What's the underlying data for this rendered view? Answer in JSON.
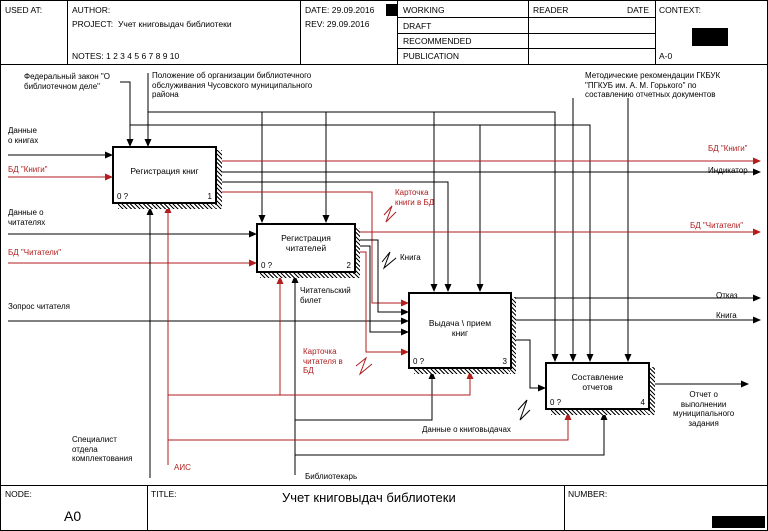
{
  "header": {
    "used_at": "USED AT:",
    "author": "AUTHOR:",
    "project_label": "PROJECT:",
    "project_value": "Учет книговыдач библиотеки",
    "notes": "NOTES:  1  2  3  4  5  6  7  8  9  10",
    "date": "DATE:  29.09.2016",
    "rev": "REV:   29.09.2016",
    "status": [
      "WORKING",
      "DRAFT",
      "RECOMMENDED",
      "PUBLICATION"
    ],
    "reader": "READER",
    "reader_date": "DATE",
    "context": "CONTEXT:",
    "context_node": "A-0"
  },
  "footer": {
    "node_label": "NODE:",
    "node_value": "A0",
    "title_label": "TITLE:",
    "title_value": "Учет книговыдач библиотеки",
    "number_label": "NUMBER:"
  },
  "boxes": [
    {
      "label": "Регистрация книг",
      "cost": "0 ?",
      "num": "1"
    },
    {
      "label": "Регистрация\nчитателей",
      "cost": "0 ?",
      "num": "2"
    },
    {
      "label": "Выдача \\ прием\nкниг",
      "cost": "0 ?",
      "num": "3"
    },
    {
      "label": "Составление\nотчетов",
      "cost": "0 ?",
      "num": "4"
    }
  ],
  "arrows": {
    "law": "Федеральный закон \"О\nбиблиотечном деле\"",
    "regulation": "Положение об организации библиотечного\nобслуживания Чусовского муниципального\nрайона",
    "guidelines": "Методические рекомендации ГКБУК\n\"ПГКУБ им. А. М. Горького\" по\nсоставлению отчетных документов",
    "books_data": "Данные\nо книгах",
    "db_books_in": "БД \"Книги\"",
    "readers_data": "Данные о\nчитателях",
    "db_readers_in": "БД \"Читатели\"",
    "reader_request": "Зопрос читателя",
    "db_books_out": "БД \"Книги\"",
    "indicator": "Индикатор",
    "db_readers_out": "БД \"Читатели\"",
    "book_card": "Карточка\nкниги в БД",
    "book": "Книга",
    "reader_ticket": "Читательский\nбилет",
    "reader_card": "Карточка\nчитателя в\nБД",
    "refusal": "Отказ",
    "book_out": "Книга",
    "report": "Отчет о\nвыполнении\nмуниципального\nзадания",
    "lending_data": "Данные о книговыдачах",
    "specialist": "Специалист\nотдела\nкомплектования",
    "ais": "АИС",
    "librarian": "Библиотекарь"
  },
  "colors": {
    "accent_red": "#b01e1e"
  }
}
